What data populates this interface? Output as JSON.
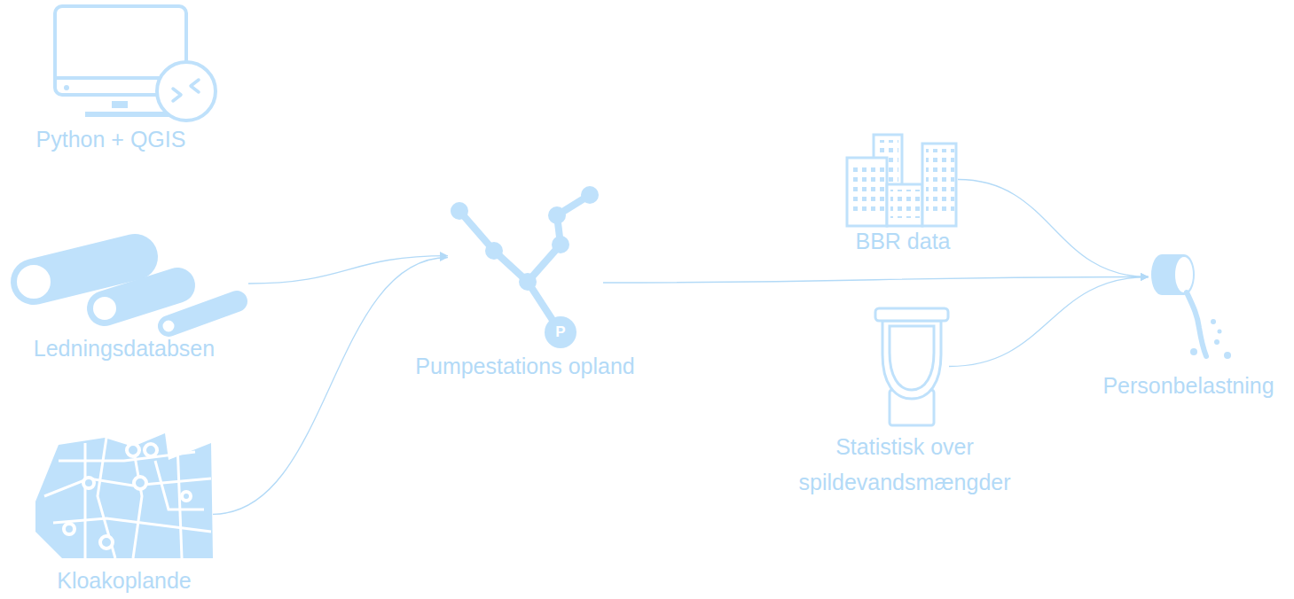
{
  "diagram": {
    "nodes": [
      {
        "text": [
          "Python + QGIS"
        ]
      },
      {
        "text": [
          "Ledningsdatabsen"
        ]
      },
      {
        "text": [
          "Kloakoplande"
        ]
      },
      {
        "text": [
          "Pumpestations opland"
        ]
      },
      {
        "text": [
          "BBR data"
        ]
      },
      {
        "text": [
          "Statistisk over spildevandsmængder"
        ]
      },
      {
        "text": [
          "Personbelastning"
        ]
      }
    ],
    "edges": [
      {
        "from": 1,
        "to": 3,
        "arrow": "to"
      },
      {
        "from": 2,
        "to": 3,
        "arrow": "to"
      },
      {
        "from": 3,
        "to": 6,
        "arrow": "to"
      },
      {
        "from": 4,
        "to": 6,
        "arrow": "to"
      },
      {
        "from": 5,
        "to": 6,
        "arrow": "to"
      }
    ],
    "labels": [
      "P"
    ]
  }
}
